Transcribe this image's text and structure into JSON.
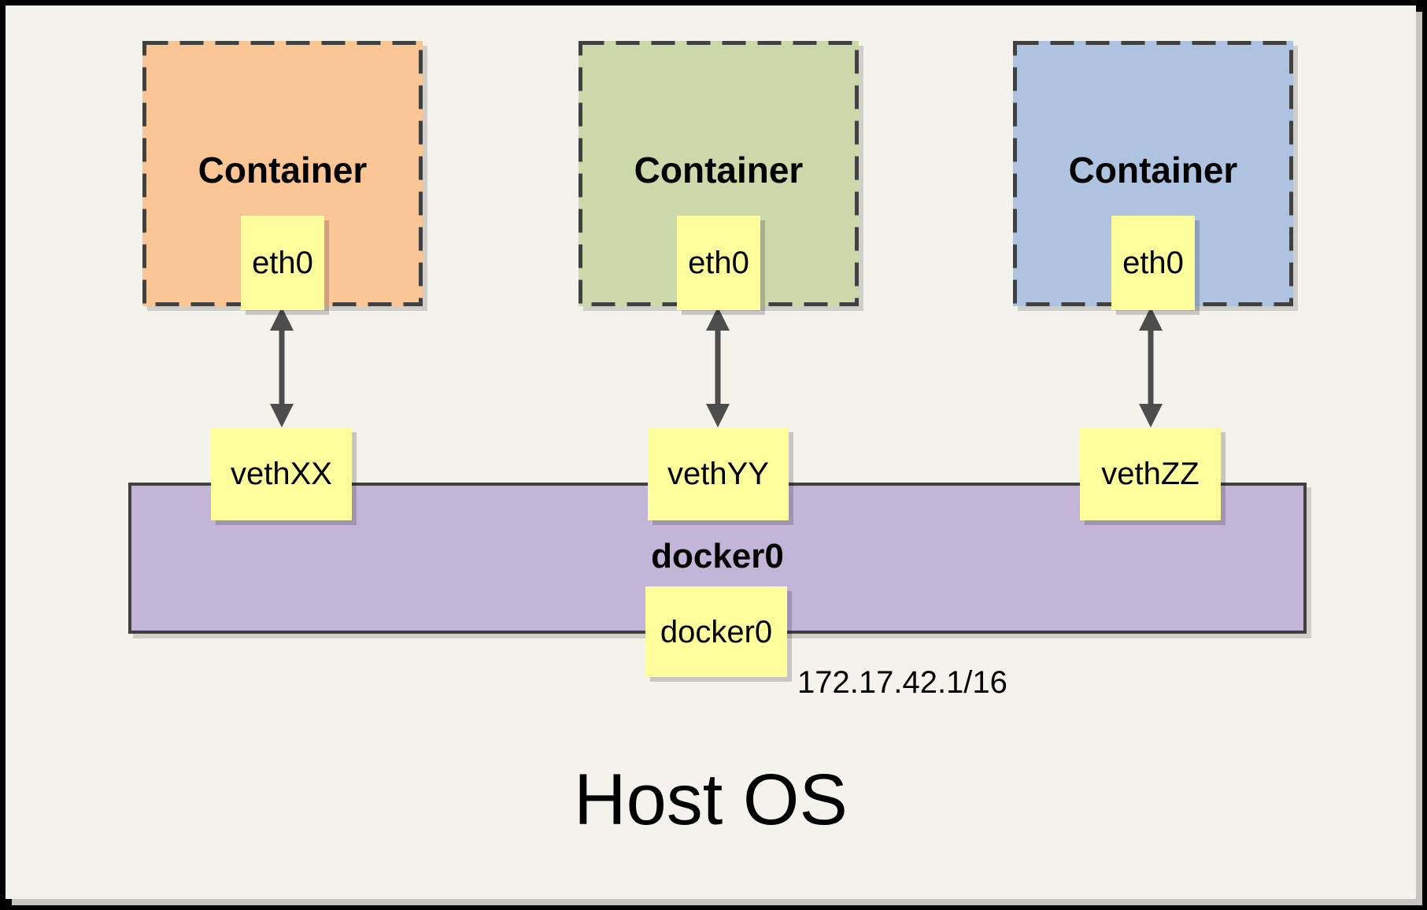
{
  "host": {
    "label": "Host OS"
  },
  "bridge": {
    "title": "docker0",
    "interface": {
      "label": "docker0"
    },
    "ip_label": "172.17.42.1/16"
  },
  "containers": [
    {
      "title": "Container",
      "interface": {
        "label": "eth0"
      },
      "veth": {
        "label": "vethXX"
      }
    },
    {
      "title": "Container",
      "interface": {
        "label": "eth0"
      },
      "veth": {
        "label": "vethYY"
      }
    },
    {
      "title": "Container",
      "interface": {
        "label": "eth0"
      },
      "veth": {
        "label": "vethZZ"
      }
    }
  ],
  "colors": {
    "canvas_bg": "#F4F2ED",
    "frame": "#000000",
    "container_orange": "#FAC595",
    "container_green": "#CDD8AA",
    "container_blue": "#AEC3E0",
    "port_yellow": "#FEFE9C",
    "bridge_purple": "#C3B5D8",
    "border_dark": "#404040",
    "arrow": "#4D4D4D"
  }
}
